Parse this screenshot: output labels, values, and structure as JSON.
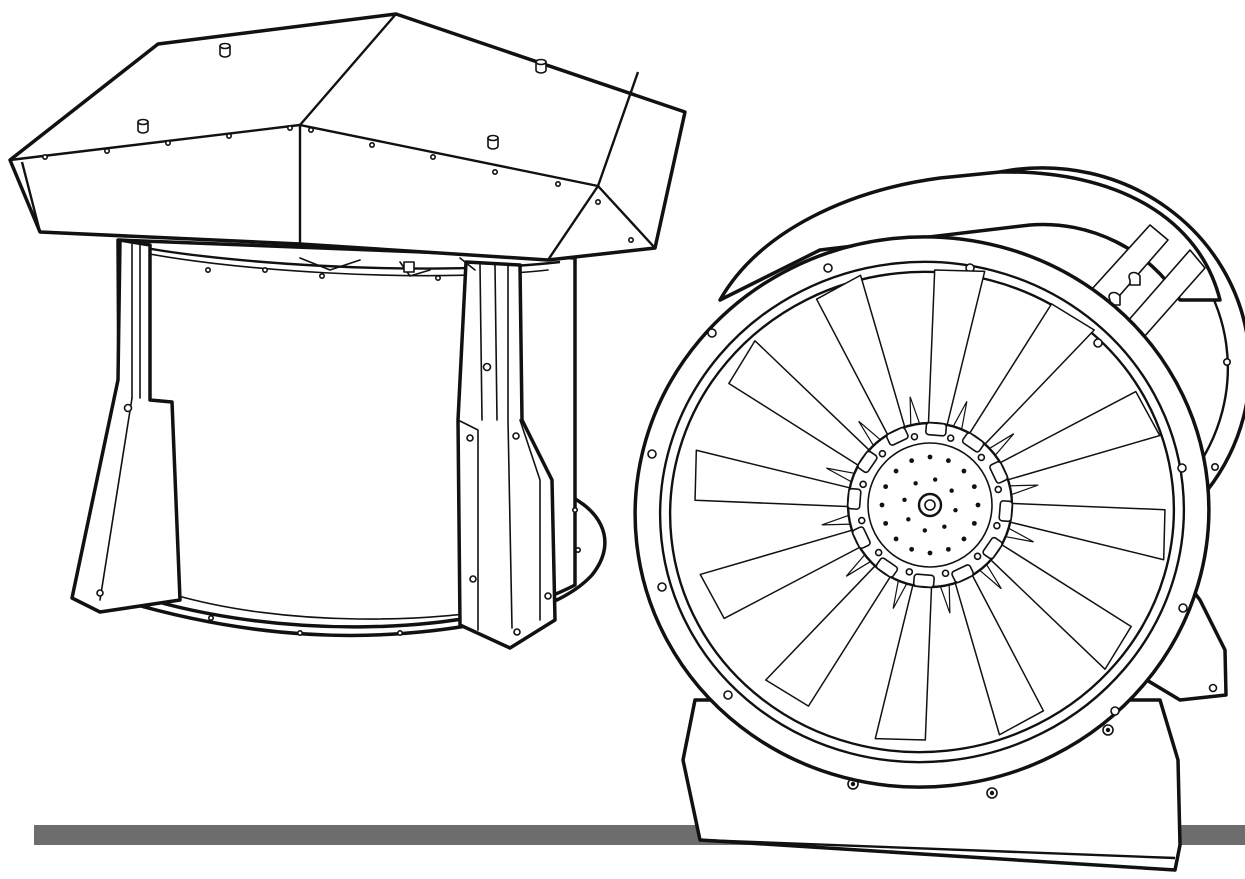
{
  "illustration": {
    "kind": "line-drawing",
    "subjects": [
      "roof-exhaust-fan",
      "axial-duct-fan"
    ],
    "colors": {
      "line": "#111111",
      "background": "#ffffff",
      "floor_bar": "#6d6d6d"
    }
  }
}
